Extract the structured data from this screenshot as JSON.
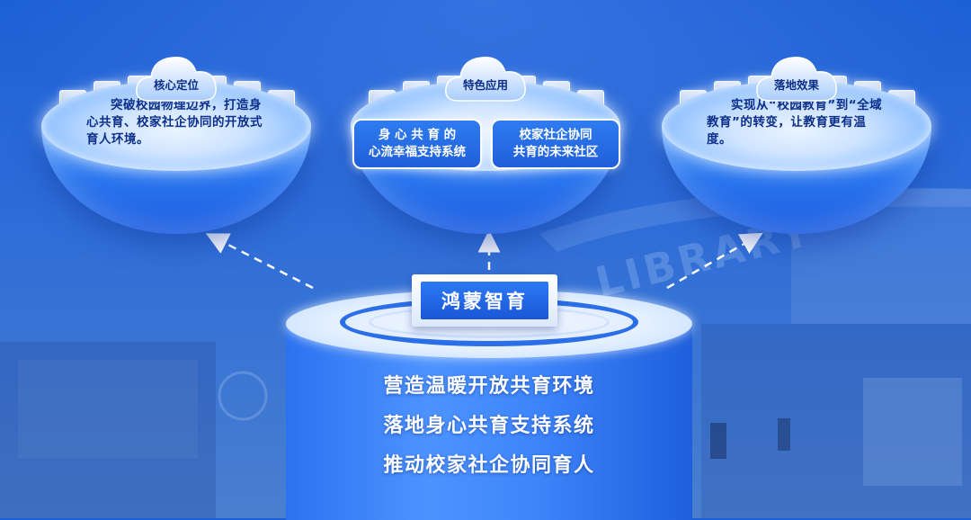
{
  "hub": {
    "title": "鸿蒙智育",
    "lines": [
      "营造温暖开放共育环境",
      "落地身心共育支持系统",
      "推动校家社企协同育人"
    ]
  },
  "bowls": [
    {
      "label": "核心定位",
      "text": "突破校园物理边界，打造身心共育、校家社企协同的开放式育人环境。"
    },
    {
      "label": "特色应用",
      "boxes": [
        {
          "line1": "身 心 共 育 的",
          "line2": "心流幸福支持系统"
        },
        {
          "line1": "校家社企协同",
          "line2": "共育的未来社区"
        }
      ]
    },
    {
      "label": "落地效果",
      "text": "实现从“校园教育”到“全域教育”的转变，让教育更有温度。"
    }
  ],
  "background": {
    "sign_text": "LIBRARY"
  },
  "colors": {
    "primary": "#1f5fd9",
    "text_dark": "#0d2f8a",
    "highlight": "#ffffff"
  }
}
